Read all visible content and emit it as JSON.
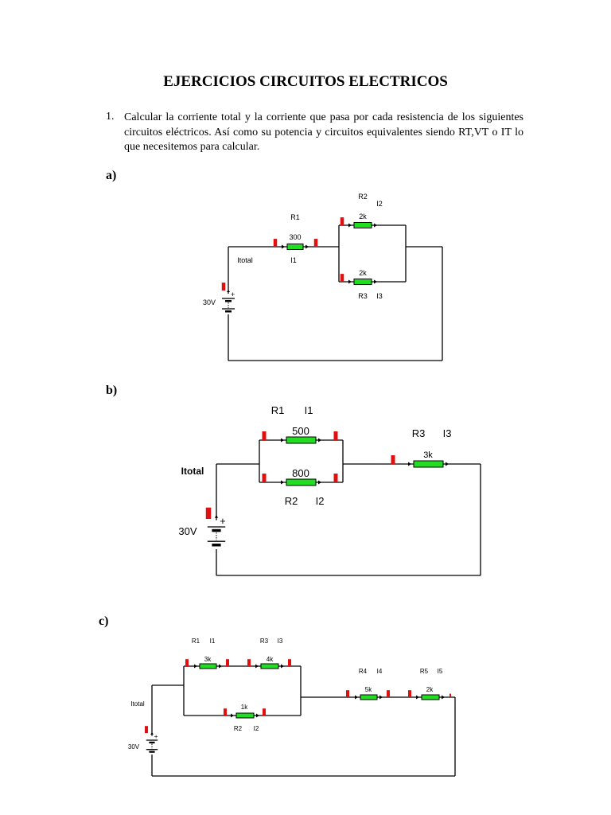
{
  "title": "EJERCICIOS CIRCUITOS ELECTRICOS",
  "exercise": {
    "number": "1.",
    "text": "Calcular la corriente total y la corriente que pasa por cada resistencia de los siguientes circuitos eléctricos. Así como su potencia y circuitos equivalentes siendo RT,VT o IT lo que necesitemos para calcular."
  },
  "colors": {
    "resistor": "#22dd22",
    "probe": "#e01010",
    "wire": "#000000"
  },
  "circuits": {
    "a": {
      "label": "a)",
      "source": "30V",
      "itotal": "Itotal",
      "R1": "R1",
      "I1": "I1",
      "R1_value": "300",
      "R2": "R2",
      "I2": "I2",
      "R2_value": "2k",
      "R3": "R3",
      "I3": "I3",
      "R3_value": "2k"
    },
    "b": {
      "label": "b)",
      "source": "30V",
      "itotal": "Itotal",
      "R1": "R1",
      "I1": "I1",
      "R1_value": "500",
      "R2": "R2",
      "I2": "I2",
      "R2_value": "800",
      "R3": "R3",
      "I3": "I3",
      "R3_value": "3k"
    },
    "c": {
      "label": "c)",
      "source": "30V",
      "itotal": "Itotal",
      "R1": "R1",
      "I1": "I1",
      "R1_value": "3k",
      "R2": "R2",
      "I2": "I2",
      "R2_value": "1k",
      "R3": "R3",
      "I3": "I3",
      "R3_value": "4k",
      "R4": "R4",
      "I4": "I4",
      "R4_value": "5k",
      "R5": "R5",
      "I5": "I5",
      "R5_value": "2k"
    }
  }
}
